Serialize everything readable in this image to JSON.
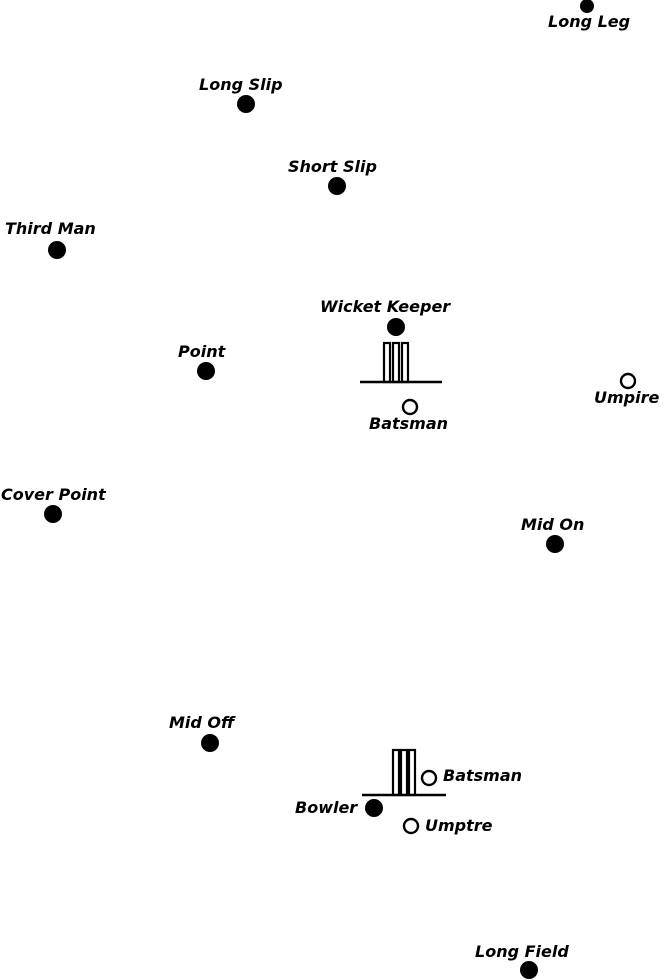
{
  "positions": {
    "long_leg": "Long Leg",
    "long_slip": "Long Slip",
    "short_slip": "Short Slip",
    "third_man": "Third Man",
    "wicket_keeper": "Wicket Keeper",
    "point": "Point",
    "umpire_square": "Umpire",
    "batsman_striker": "Batsman",
    "cover_point": "Cover Point",
    "mid_on": "Mid On",
    "mid_off": "Mid Off",
    "batsman_non_striker": "Batsman",
    "bowler": "Bowler",
    "umpire_bowler": "Umptre",
    "long_field": "Long Field"
  }
}
